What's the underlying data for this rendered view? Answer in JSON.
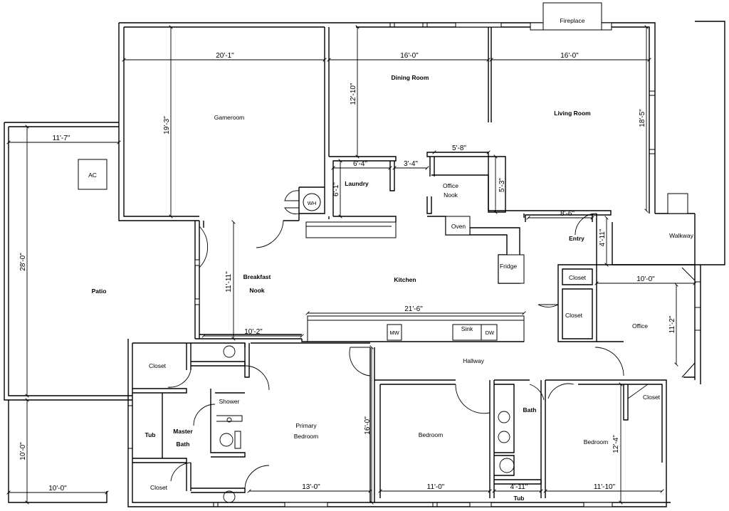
{
  "plan": {
    "rooms": {
      "gameroom": "Gameroom",
      "dining_room": "Dining Room",
      "living_room": "Living Room",
      "patio": "Patio",
      "laundry": "Laundry",
      "office_nook_1": "Office",
      "office_nook_2": "Nook",
      "breakfast_1": "Breakfast",
      "breakfast_2": "Nook",
      "kitchen": "Kitchen",
      "entry": "Entry",
      "walkway": "Walkway",
      "office": "Office",
      "hallway": "Hallway",
      "primary_bedroom_1": "Primary",
      "primary_bedroom_2": "Bedroom",
      "bedroom_mid": "Bedroom",
      "bedroom_right": "Bedroom",
      "bath": "Bath",
      "master_bath_1": "Master",
      "master_bath_2": "Bath",
      "tub_left": "Tub",
      "tub_bottom": "Tub",
      "closet_entry": "Closet",
      "closet_entry2": "Closet",
      "closet_master_top": "Closet",
      "closet_master_bottom": "Closet",
      "closet_right": "Closet"
    },
    "fixtures": {
      "fireplace": "Fireplace",
      "ac": "AC",
      "wh": "WH",
      "oven": "Oven",
      "fridge": "Fridge",
      "mw": "MW",
      "sink": "Sink",
      "dw": "DW",
      "shower": "Shower"
    },
    "dimensions": {
      "gameroom_w": "20'-1\"",
      "gameroom_h": "19'-3\"",
      "dining_w": "16'-0\"",
      "dining_h": "12'-10\"",
      "living_w": "16'-0\"",
      "living_h": "18'-5\"",
      "patio_w": "11'-7\"",
      "patio_h": "28'-0\"",
      "laundry_w": "6'-4\"",
      "laundry_h": "6'-1\"",
      "gap_w": "3'-4\"",
      "office_nook_w": "5'-8\"",
      "office_nook_h": "5'-3\"",
      "entry_w": "8'-6\"",
      "entry_h": "4'-11\"",
      "breakfast_h": "11'-11\"",
      "breakfast_w": "10'-2\"",
      "counter_w": "21'-6\"",
      "office_w": "10'-0\"",
      "office_h": "11'-2\"",
      "primary_h": "16'-0\"",
      "primary_w": "13'-0\"",
      "bedroom_mid_w": "11'-0\"",
      "bath_w": "4'-11\"",
      "bedroom_right_w": "11'-10\"",
      "bedroom_right_h": "12'-4\"",
      "pad_h": "10'-0\"",
      "pad_w": "10'-0\""
    }
  }
}
